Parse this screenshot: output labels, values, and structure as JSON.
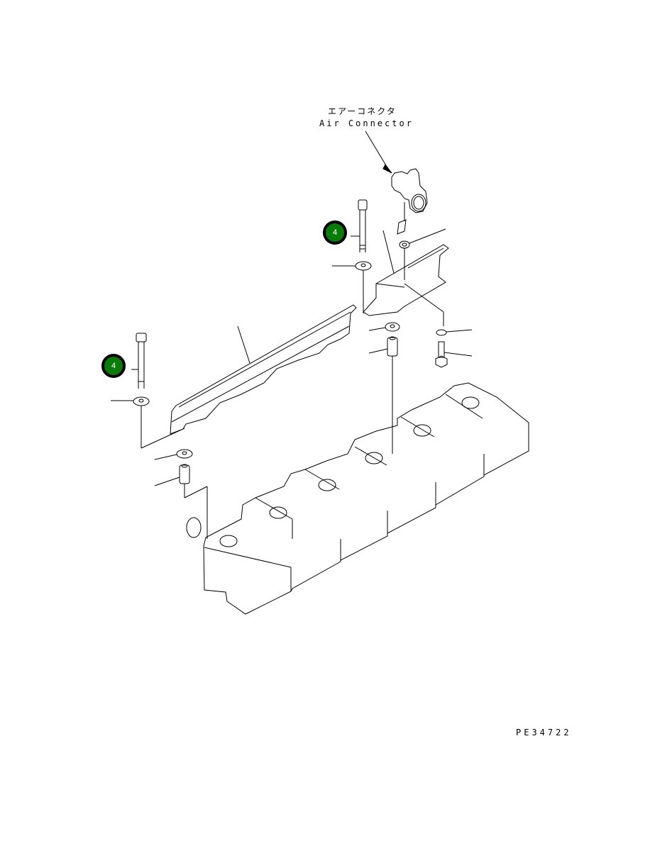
{
  "diagram": {
    "part_label_jp": "エアーコネクタ",
    "part_label_en": "Air Connector",
    "drawing_code": "PE34722",
    "callouts": [
      {
        "number": "4",
        "color": "#0a7a0a"
      },
      {
        "number": "4",
        "color": "#0a7a0a"
      }
    ]
  }
}
